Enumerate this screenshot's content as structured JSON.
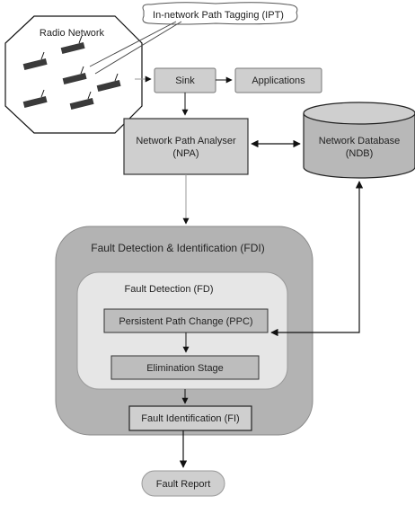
{
  "callout": {
    "text": "In-network Path Tagging (IPT)"
  },
  "radio_network": {
    "label": "Radio Network"
  },
  "sink": {
    "label": "Sink"
  },
  "applications": {
    "label": "Applications"
  },
  "npa": {
    "line1": "Network Path Analyser",
    "line2": "(NPA)"
  },
  "ndb": {
    "line1": "Network Database",
    "line2": "(NDB)"
  },
  "fdi": {
    "label": "Fault Detection & Identification (FDI)"
  },
  "fd": {
    "label": "Fault Detection  (FD)"
  },
  "ppc": {
    "label": "Persistent Path Change  (PPC)"
  },
  "elimination": {
    "label": "Elimination Stage"
  },
  "fi": {
    "label": "Fault Identification (FI)"
  },
  "report": {
    "label": "Fault Report"
  }
}
